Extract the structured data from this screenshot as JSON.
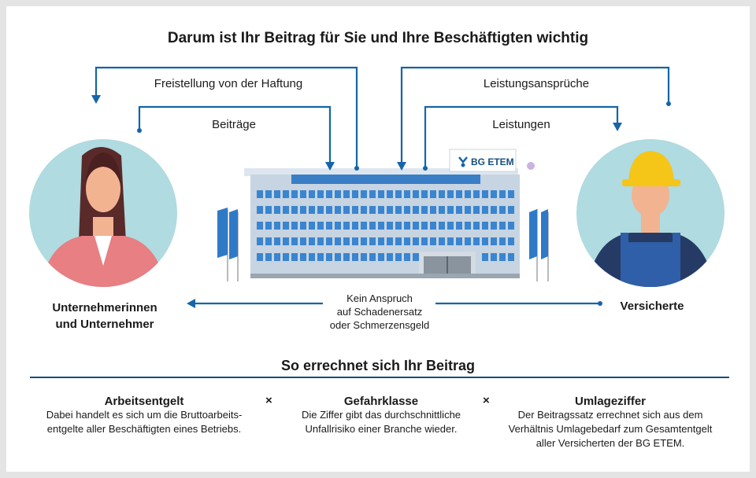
{
  "diagram": {
    "title": "Darum ist Ihr Beitrag für Sie und Ihre Beschäftigten wichtig",
    "arrow_labels": {
      "freistellung": "Freistellung von der Haftung",
      "beitraege": "Beiträge",
      "leistungsansprueche": "Leistungsansprüche",
      "leistungen": "Leistungen"
    },
    "left_person": {
      "line1": "Unternehmerinnen",
      "line2": "und Unternehmer"
    },
    "right_person": {
      "label": "Versicherte"
    },
    "building_sign": "BG ETEM",
    "middle_note": {
      "line1": "Kein Anspruch",
      "line2": "auf Schadenersatz",
      "line3": "oder Schmerzensgeld"
    },
    "colors": {
      "arrow": "#1565a8",
      "bar": "#14507f",
      "teal": "#b0dbe0"
    }
  },
  "calculation": {
    "title": "So errechnet sich Ihr Beitrag",
    "operator": "×",
    "factors": [
      {
        "title": "Arbeitsentgelt",
        "line1": "Dabei handelt es sich um die Bruttoarbeits-",
        "line2": "entgelte aller Beschäftigten eines Betriebs.",
        "line3": ""
      },
      {
        "title": "Gefahrklasse",
        "line1": "Die Ziffer gibt das durchschnittliche",
        "line2": "Unfallrisiko einer Branche wieder.",
        "line3": ""
      },
      {
        "title": "Umlageziffer",
        "line1": "Der Beitragssatz errechnet sich aus dem",
        "line2": "Verhältnis Umlagebedarf zum Gesamtentgelt",
        "line3": "aller Versicherten der BG ETEM."
      }
    ]
  }
}
